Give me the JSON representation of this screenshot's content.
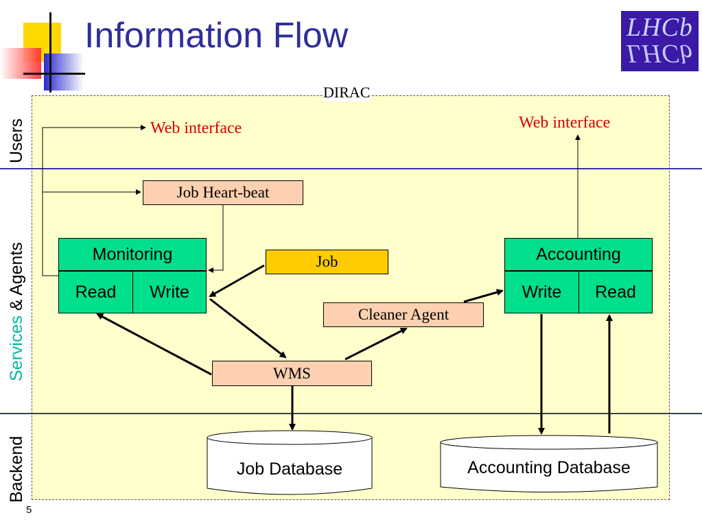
{
  "slide": {
    "title": "Information Flow",
    "number": "5",
    "logo_text": "LHCb"
  },
  "region": {
    "label": "DIRAC"
  },
  "layers": {
    "users": "Users",
    "services": "Services",
    "amp_agents": " & Agents",
    "backend": "Backend"
  },
  "nodes": {
    "web_interface_left": "Web interface",
    "web_interface_right": "Web interface",
    "job_heartbeat": "Job Heart-beat",
    "monitoring": "Monitoring",
    "monitoring_read": "Read",
    "monitoring_write": "Write",
    "job": "Job",
    "cleaner_agent": "Cleaner Agent",
    "accounting": "Accounting",
    "accounting_write": "Write",
    "accounting_read": "Read",
    "wms": "WMS",
    "job_database": "Job Database",
    "accounting_database": "Accounting Database"
  },
  "colors": {
    "title": "#2e2e9a",
    "dirac_bg": "#ffffcc",
    "node_orange": "#fcd0b0",
    "node_green": "#00e08c",
    "node_job": "#ffcc00",
    "web_text": "#d60000",
    "separator": "#3333aa",
    "services_text": "#00b8a0"
  }
}
